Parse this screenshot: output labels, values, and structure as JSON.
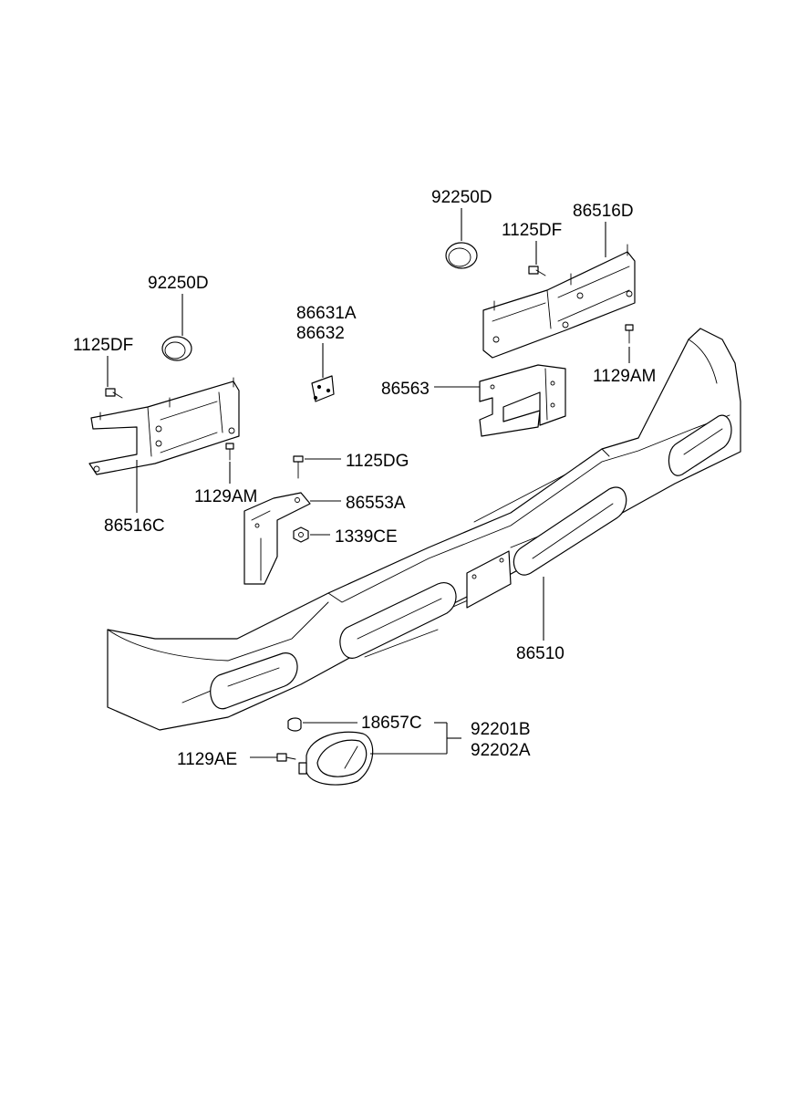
{
  "labels": {
    "p92250D_right": "92250D",
    "p86516D": "86516D",
    "p1125DF_right": "1125DF",
    "p92250D_left": "92250D",
    "p86631A": "86631A",
    "p86632": "86632",
    "p1125DF_left": "1125DF",
    "p86563": "86563",
    "p1129AM_right": "1129AM",
    "p1125DG": "1125DG",
    "p1129AM_left": "1129AM",
    "p86553A": "86553A",
    "p86516C": "86516C",
    "p1339CE": "1339CE",
    "p86510": "86510",
    "p18657C": "18657C",
    "p92201B": "92201B",
    "p92202A": "92202A",
    "p1129AE": "1129AE"
  }
}
